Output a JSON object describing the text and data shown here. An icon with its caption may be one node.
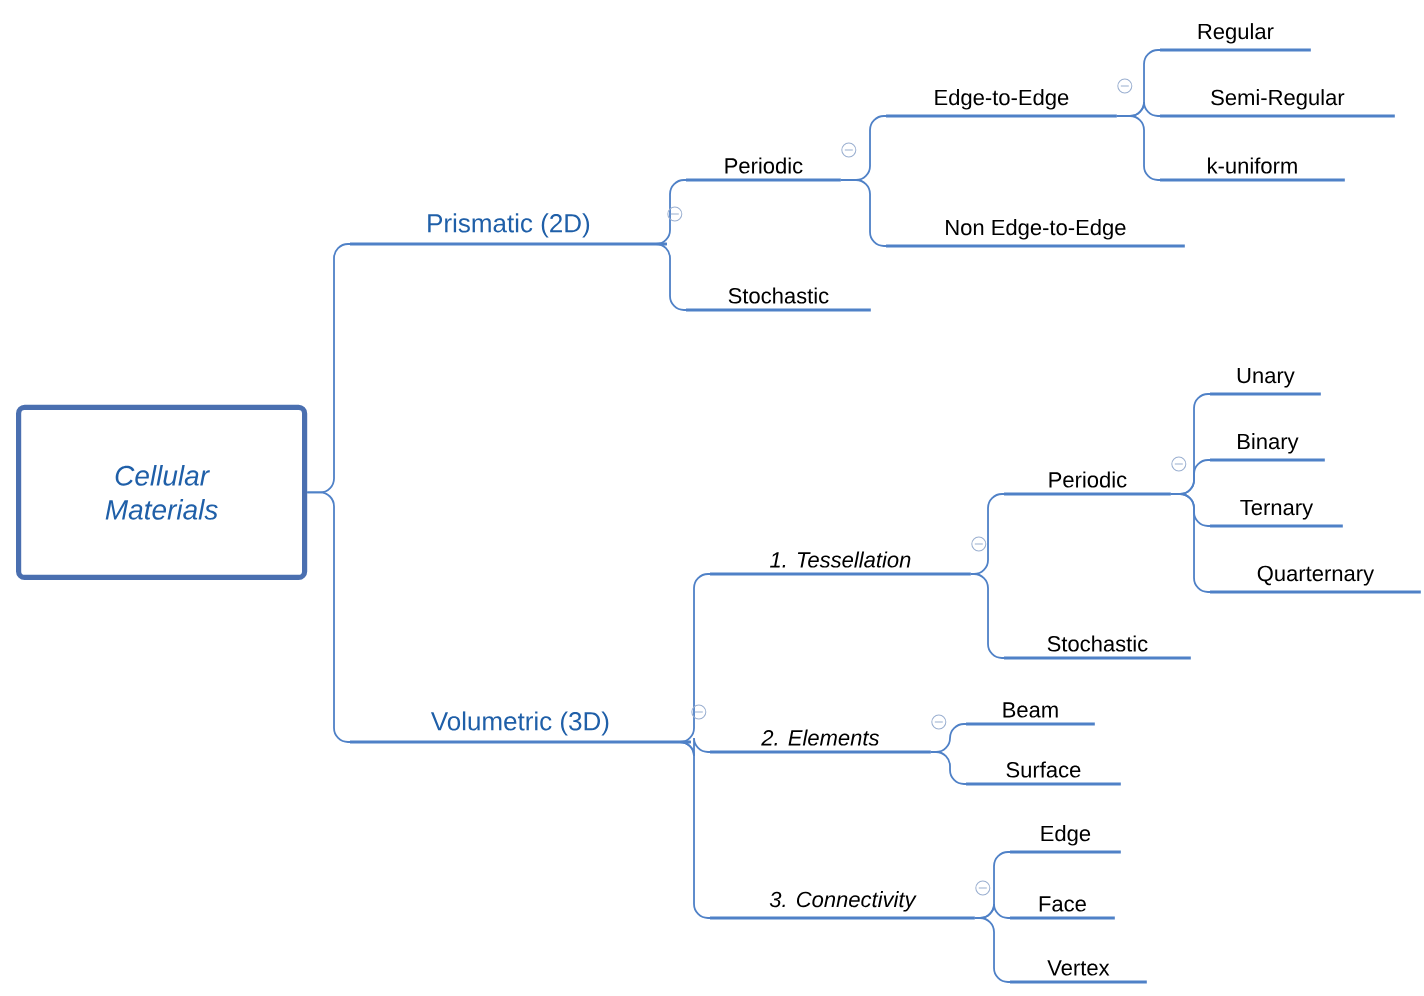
{
  "diagram": {
    "nodes": [
      {
        "text": [
          "Cellular Materials"
        ]
      },
      {
        "text": [
          "Prismatic (2D)"
        ]
      },
      {
        "text": [
          "Periodic"
        ]
      },
      {
        "text": [
          "Edge-to-Edge"
        ]
      },
      {
        "text": [
          "Regular"
        ]
      },
      {
        "text": [
          "Semi-Regular"
        ]
      },
      {
        "text": [
          "k-uniform"
        ]
      },
      {
        "text": [
          "Non Edge-to-Edge"
        ]
      },
      {
        "text": [
          "Stochastic"
        ]
      },
      {
        "text": [
          "Volumetric (3D)"
        ]
      },
      {
        "text": [
          "1. Tessellation"
        ]
      },
      {
        "text": [
          "Periodic"
        ]
      },
      {
        "text": [
          "Unary"
        ]
      },
      {
        "text": [
          "Binary"
        ]
      },
      {
        "text": [
          "Ternary"
        ]
      },
      {
        "text": [
          "Quarternary"
        ]
      },
      {
        "text": [
          "Stochastic"
        ]
      },
      {
        "text": [
          "2. Elements"
        ]
      },
      {
        "text": [
          "Beam"
        ]
      },
      {
        "text": [
          "Surface"
        ]
      },
      {
        "text": [
          "3. Connectivity"
        ]
      },
      {
        "text": [
          "Edge"
        ]
      },
      {
        "text": [
          "Face"
        ]
      },
      {
        "text": [
          "Vertex"
        ]
      }
    ],
    "edges": [
      {
        "from": 0,
        "to": 1,
        "arrow": "none"
      },
      {
        "from": 1,
        "to": 2,
        "arrow": "none"
      },
      {
        "from": 2,
        "to": 3,
        "arrow": "none"
      },
      {
        "from": 3,
        "to": 4,
        "arrow": "none"
      },
      {
        "from": 3,
        "to": 5,
        "arrow": "none"
      },
      {
        "from": 3,
        "to": 6,
        "arrow": "none"
      },
      {
        "from": 2,
        "to": 7,
        "arrow": "none"
      },
      {
        "from": 1,
        "to": 8,
        "arrow": "none"
      },
      {
        "from": 0,
        "to": 9,
        "arrow": "none"
      },
      {
        "from": 9,
        "to": 10,
        "arrow": "none"
      },
      {
        "from": 10,
        "to": 11,
        "arrow": "none"
      },
      {
        "from": 11,
        "to": 12,
        "arrow": "none"
      },
      {
        "from": 11,
        "to": 13,
        "arrow": "none"
      },
      {
        "from": 11,
        "to": 14,
        "arrow": "none"
      },
      {
        "from": 11,
        "to": 15,
        "arrow": "none"
      },
      {
        "from": 10,
        "to": 16,
        "arrow": "none"
      },
      {
        "from": 9,
        "to": 17,
        "arrow": "none"
      },
      {
        "from": 17,
        "to": 18,
        "arrow": "none"
      },
      {
        "from": 17,
        "to": 19,
        "arrow": "none"
      },
      {
        "from": 9,
        "to": 20,
        "arrow": "none"
      },
      {
        "from": 20,
        "to": 21,
        "arrow": "none"
      },
      {
        "from": 20,
        "to": 22,
        "arrow": "none"
      },
      {
        "from": 20,
        "to": 23,
        "arrow": "none"
      }
    ]
  }
}
